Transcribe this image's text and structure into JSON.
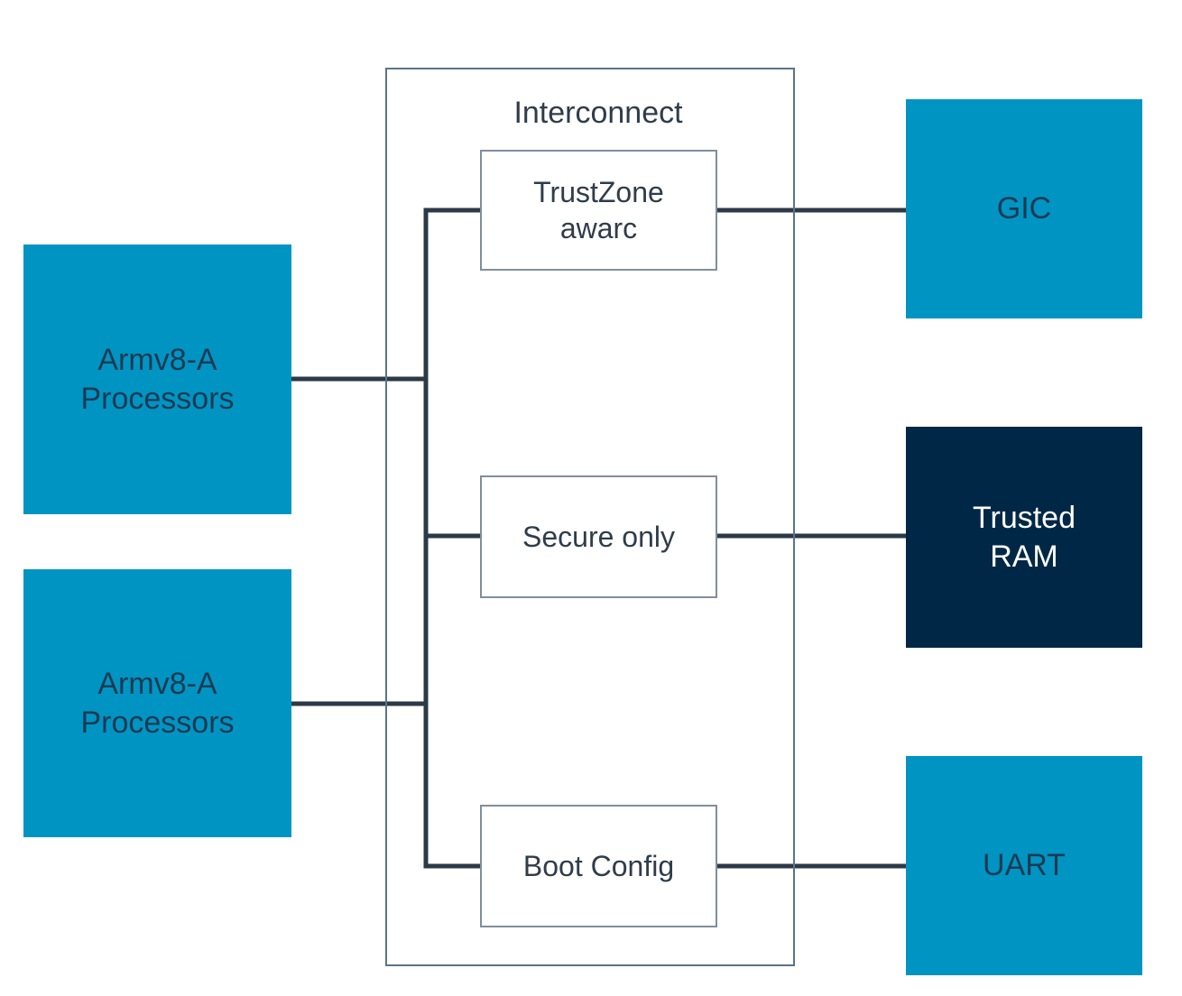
{
  "interconnect": {
    "title": "Interconnect",
    "ports": [
      {
        "line1": "TrustZone",
        "line2": "awarc"
      },
      {
        "line1": "Secure only"
      },
      {
        "line1": "Boot Config"
      }
    ]
  },
  "processors": [
    {
      "line1": "Armv8-A",
      "line2": "Processors"
    },
    {
      "line1": "Armv8-A",
      "line2": "Processors"
    }
  ],
  "peripherals": [
    {
      "line1": "GIC"
    },
    {
      "line1": "Trusted",
      "line2": "RAM"
    },
    {
      "line1": "UART"
    }
  ],
  "colors": {
    "block_blue": "#0094c3",
    "block_dark": "#002846",
    "wire": "#2b3a46",
    "frame": "#5b7487"
  }
}
